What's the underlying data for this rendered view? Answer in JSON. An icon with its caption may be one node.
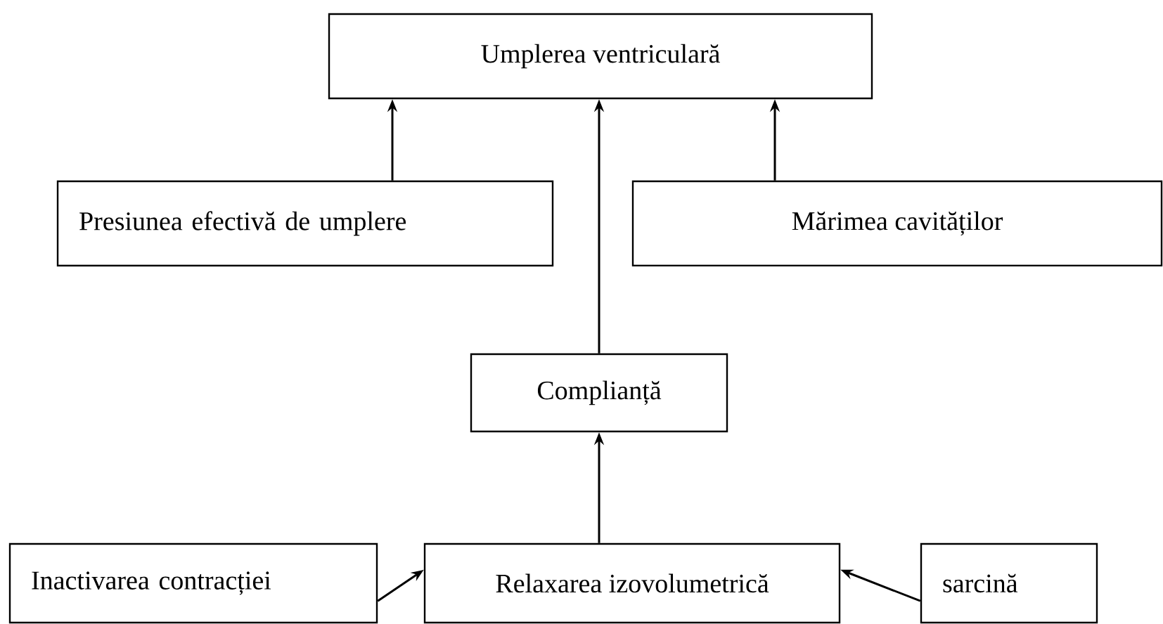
{
  "diagram": {
    "nodes": [
      {
        "text": [
          "Umplerea ventriculară"
        ]
      },
      {
        "text": [
          "Presiunea efectivă de umplere"
        ]
      },
      {
        "text": [
          "Mărimea cavităților"
        ]
      },
      {
        "text": [
          "Complianță"
        ]
      },
      {
        "text": [
          "Inactivarea contracției"
        ]
      },
      {
        "text": [
          "Relaxarea izovolumetrică"
        ]
      },
      {
        "text": [
          "sarcină"
        ]
      }
    ],
    "edges": [
      {
        "from": 1,
        "to": 0,
        "arrow": "to"
      },
      {
        "from": 3,
        "to": 0,
        "arrow": "to"
      },
      {
        "from": 2,
        "to": 0,
        "arrow": "to"
      },
      {
        "from": 5,
        "to": 3,
        "arrow": "to"
      },
      {
        "from": 4,
        "to": 5,
        "arrow": "to"
      },
      {
        "from": 6,
        "to": 5,
        "arrow": "to"
      }
    ]
  }
}
